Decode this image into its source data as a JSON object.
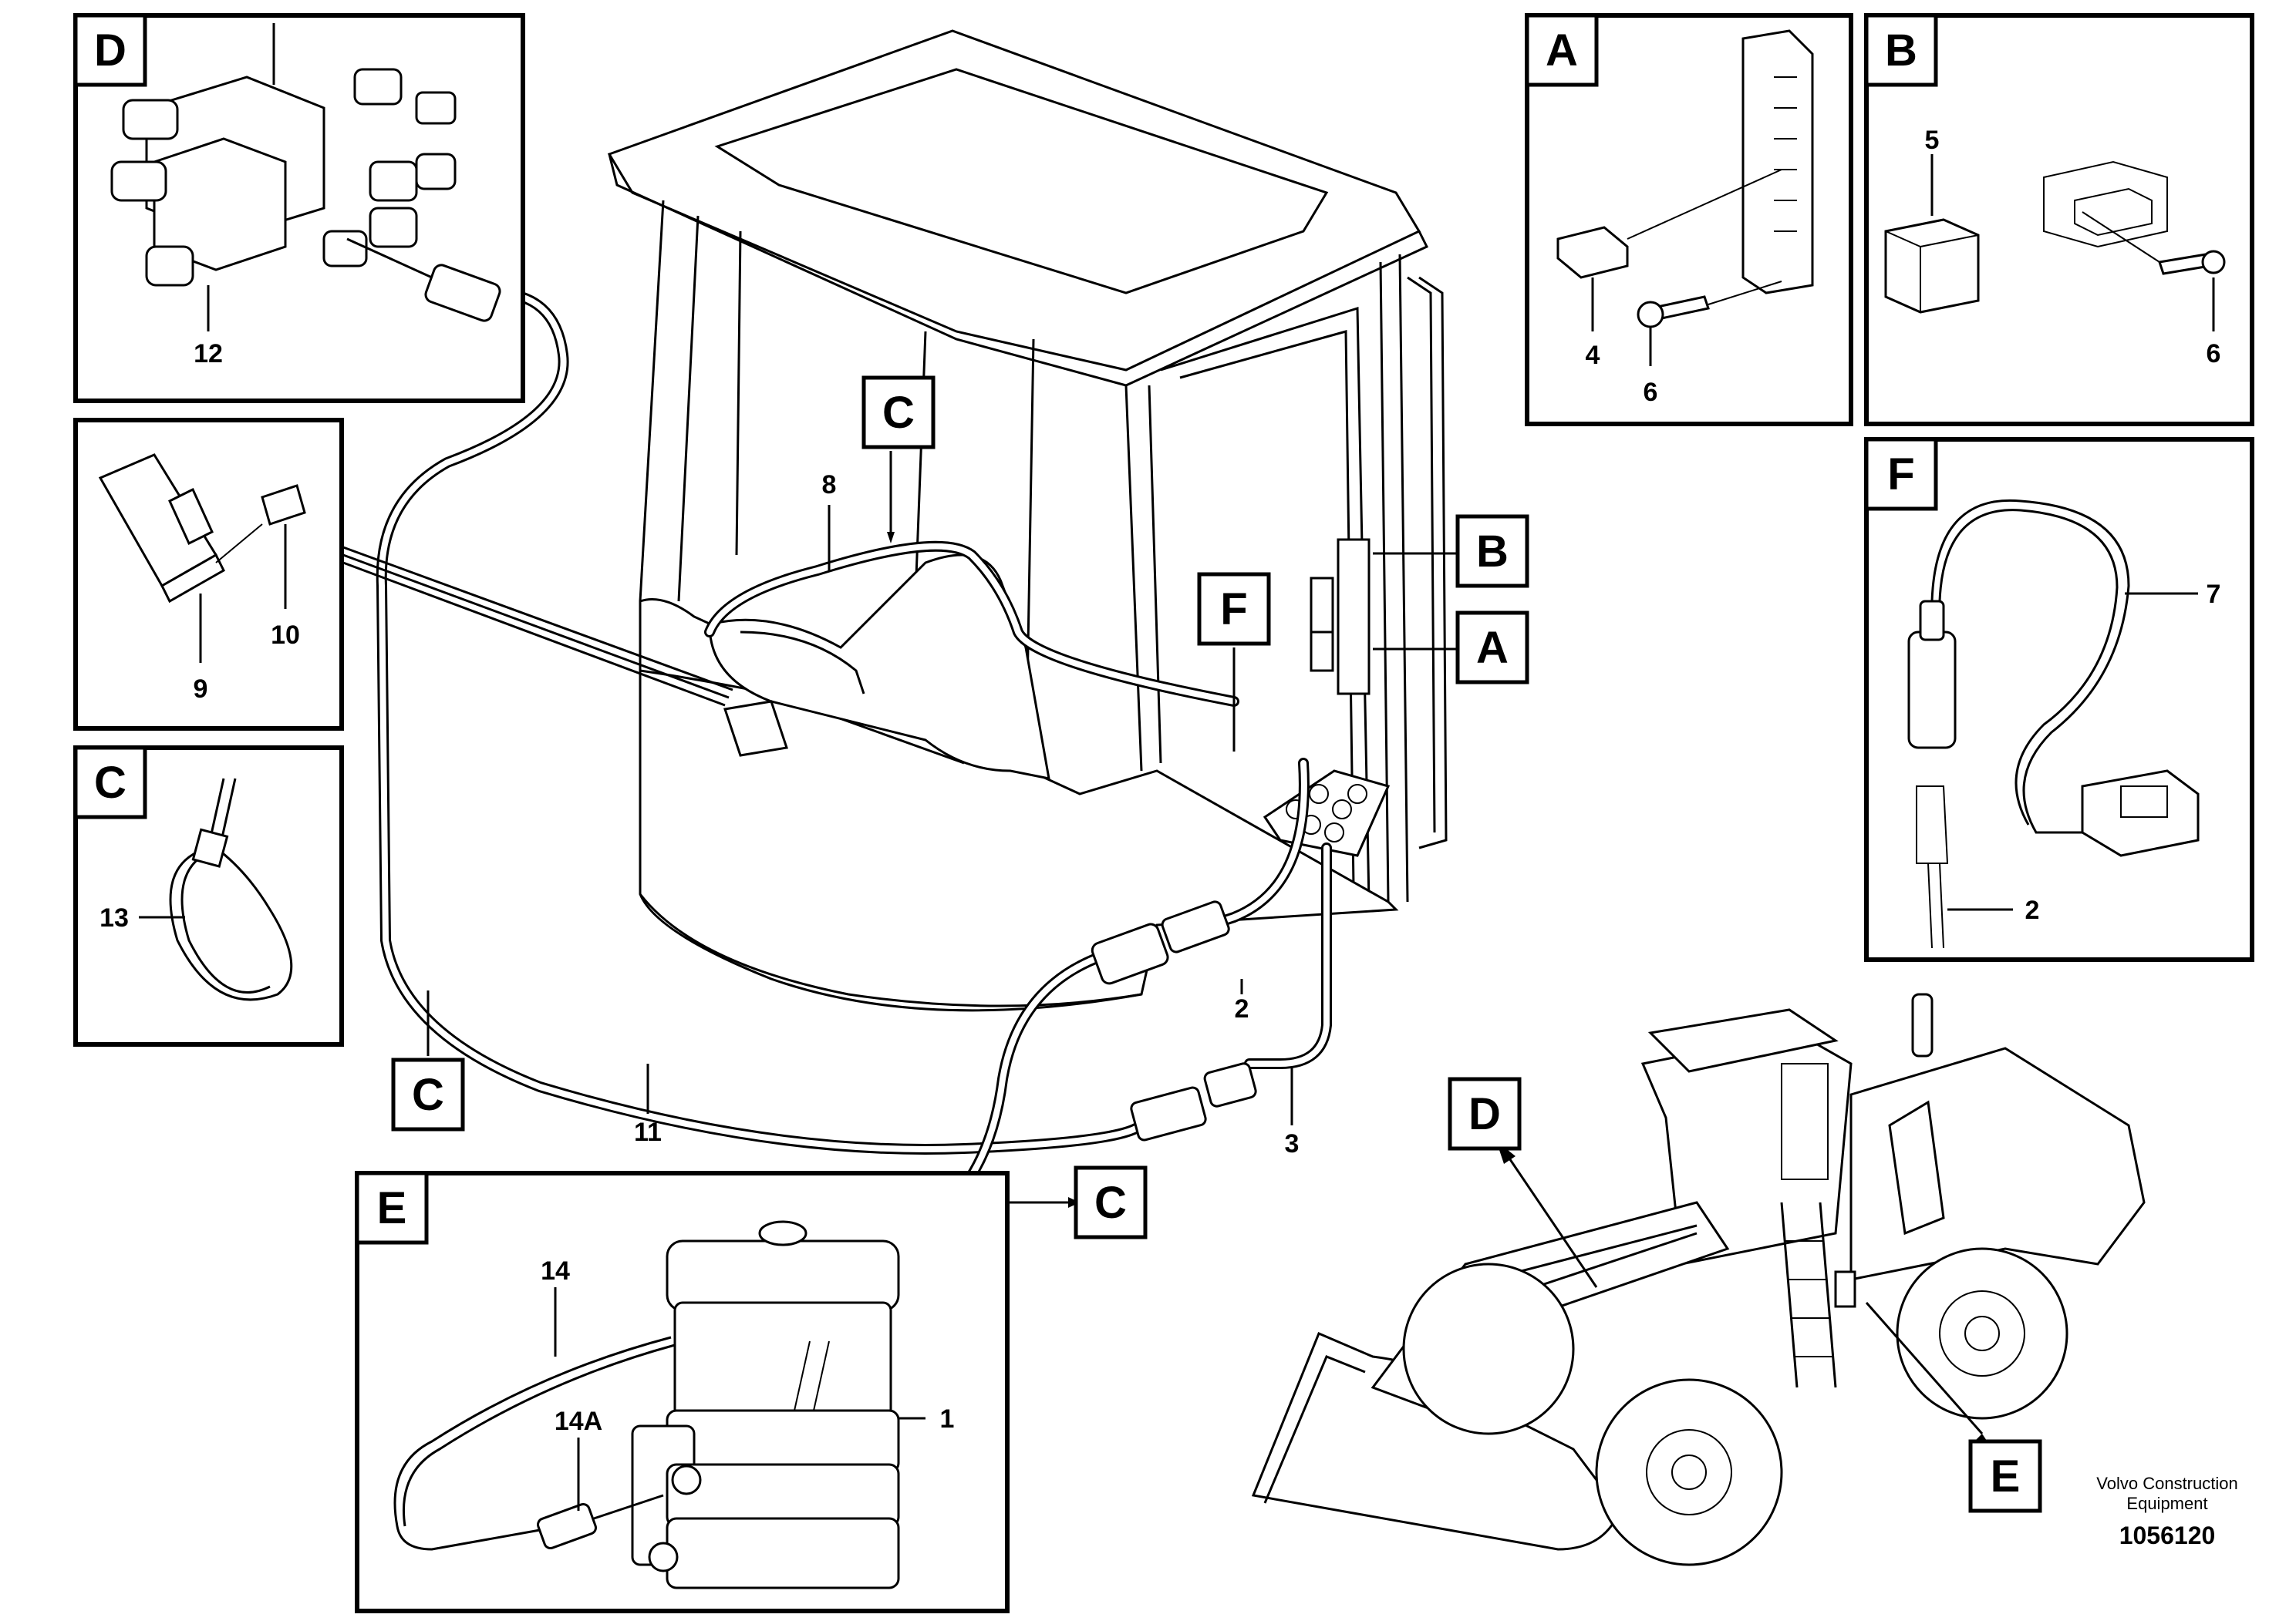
{
  "callouts": {
    "A": "A",
    "B": "B",
    "C": "C",
    "D": "D",
    "E": "E",
    "F": "F"
  },
  "part_numbers": {
    "p1": "1",
    "p2": "2",
    "p3": "3",
    "p4": "4",
    "p5": "5",
    "p6": "6",
    "p7": "7",
    "p8": "8",
    "p9": "9",
    "p10": "10",
    "p11": "11",
    "p12": "12",
    "p13": "13",
    "p14": "14",
    "p14A": "14A"
  },
  "footer": {
    "company_line1": "Volvo Construction",
    "company_line2": "Equipment",
    "drawing_number": "1056120"
  }
}
